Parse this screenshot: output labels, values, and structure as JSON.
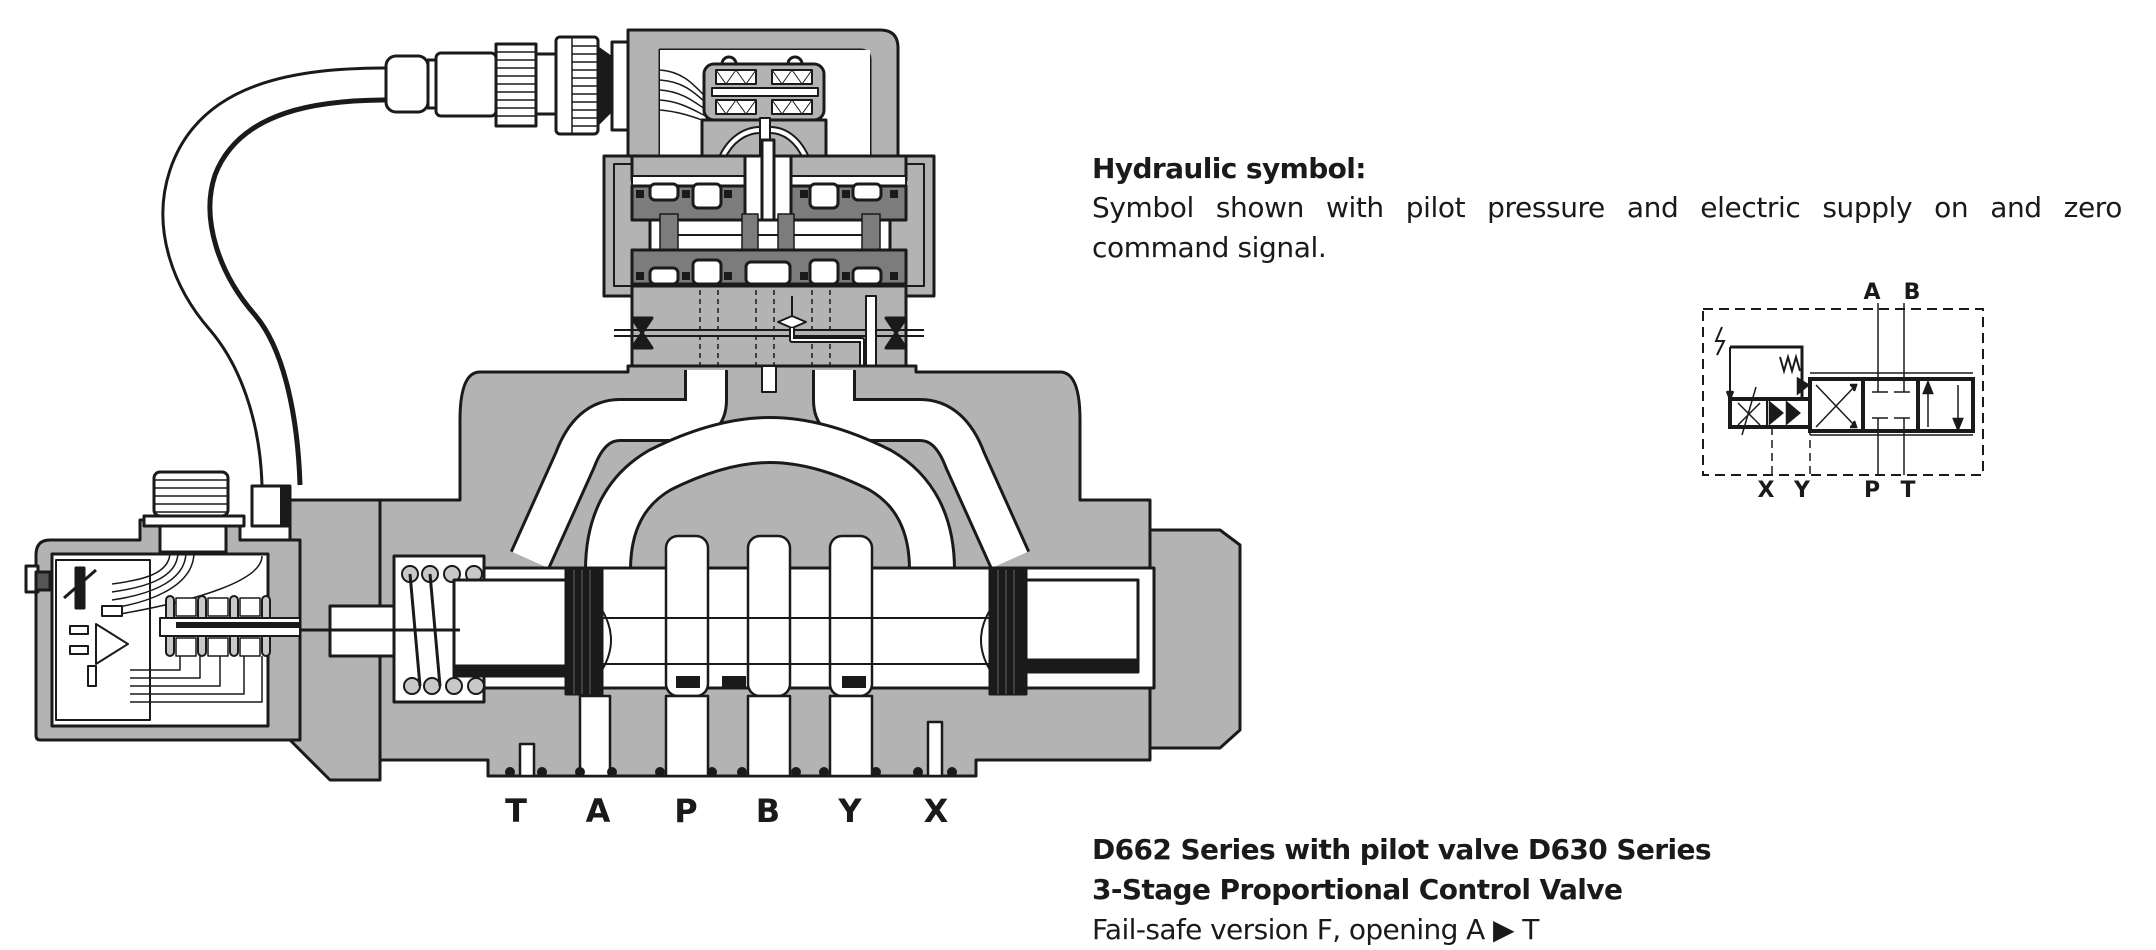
{
  "hydraulic_symbol": {
    "heading": "Hydraulic symbol:",
    "description": "Symbol shown with pilot pressure and electric supply on and zero command signal.",
    "ports_top": [
      "A",
      "B"
    ],
    "ports_bottom": [
      "X",
      "Y",
      "P",
      "T"
    ]
  },
  "valve_drawing": {
    "port_labels": [
      "T",
      "A",
      "P",
      "B",
      "Y",
      "X"
    ],
    "colors": {
      "body": "#b3b3b3",
      "body_dark": "#7c7c7c",
      "line": "#1a1a1a",
      "passage": "#ffffff"
    }
  },
  "caption": {
    "line1": "D662 Series with pilot valve D630 Series",
    "line2": "3-Stage Proportional Control Valve",
    "line3": "Fail-safe version F, opening A ▶ T"
  }
}
